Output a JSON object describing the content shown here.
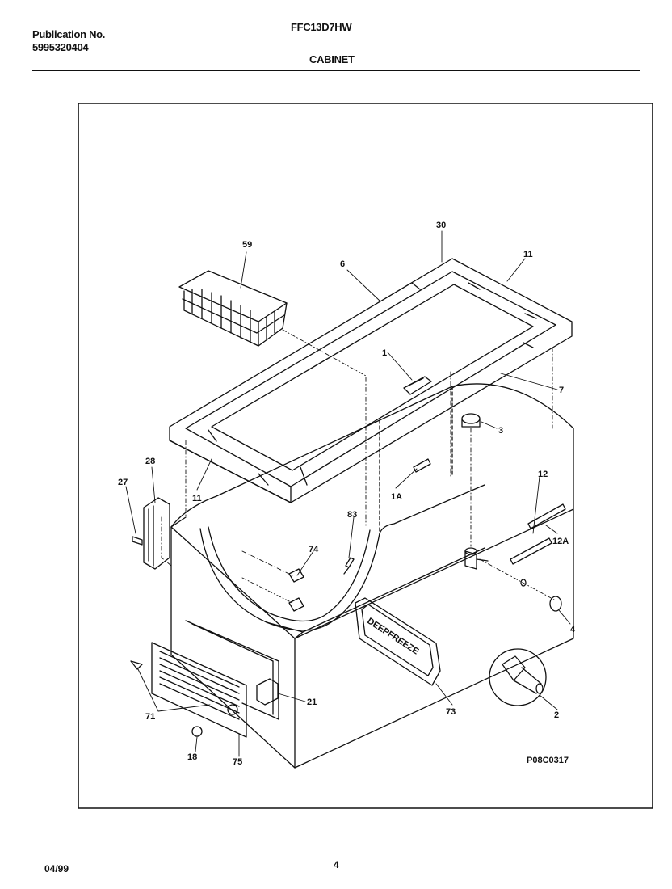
{
  "header": {
    "publication_label": "Publication No.",
    "publication_number": "5995320404",
    "model": "FFC13D7HW",
    "section_title": "CABINET"
  },
  "diagram": {
    "drawing_code": "P08C0317",
    "part_callouts": [
      "59",
      "6",
      "30",
      "11",
      "1",
      "7",
      "3",
      "28",
      "27",
      "11",
      "1A",
      "12",
      "12A",
      "83",
      "74",
      "4",
      "71",
      "21",
      "73",
      "2",
      "18",
      "75"
    ],
    "nameplate_text": "DEEPFREEZE"
  },
  "footer": {
    "date": "04/99",
    "page": "4"
  }
}
